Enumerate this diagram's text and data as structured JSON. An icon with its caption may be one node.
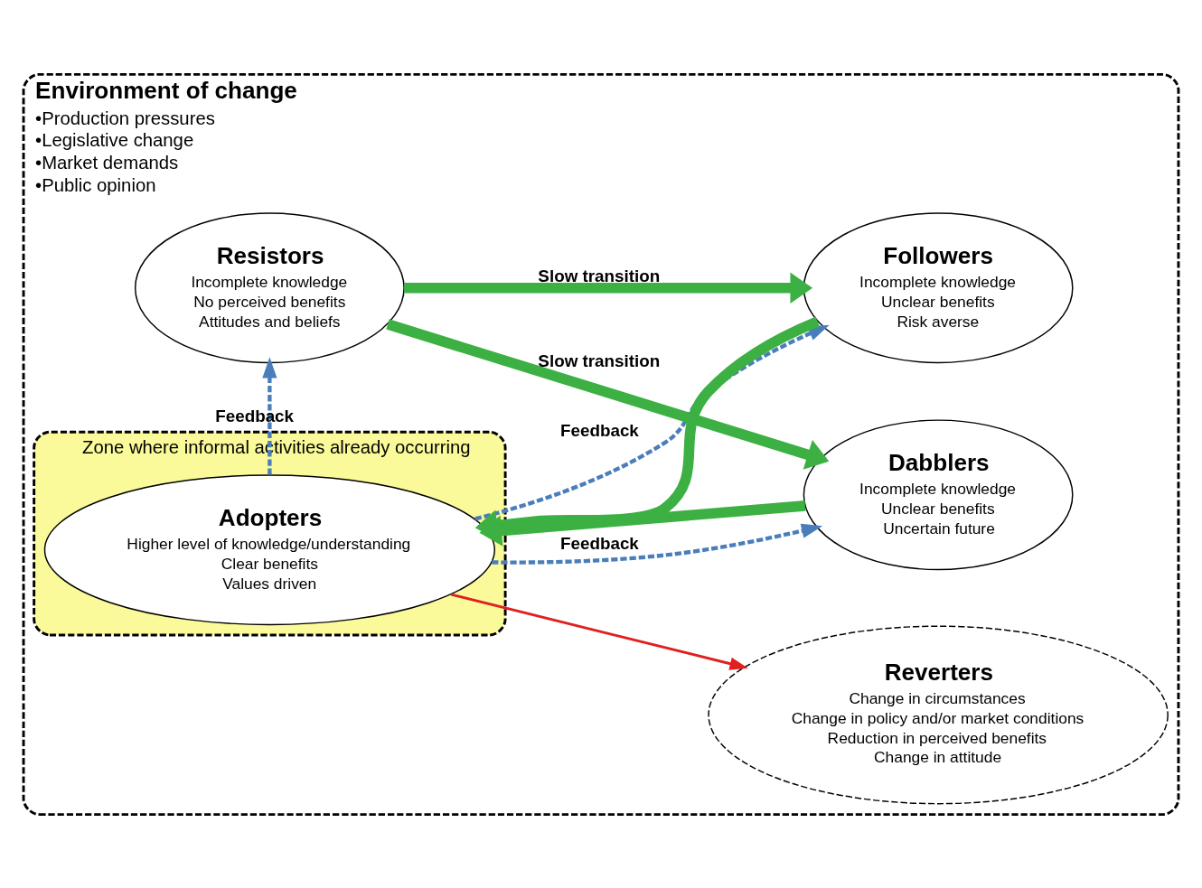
{
  "diagram": {
    "nodes": [
      {
        "text": [
          "Environment of change",
          "•Production pressures",
          "•Legislative change",
          "•Market demands",
          "•Public opinion"
        ]
      },
      {
        "text": [
          "Zone where informal activities already occurring"
        ],
        "in": 0
      },
      {
        "text": [
          "Followers",
          "Incomplete knowledge",
          "Unclear benefits",
          "Risk averse"
        ],
        "in": 0
      },
      {
        "text": [
          "Adopters",
          "Higher level of knowledge/understanding",
          "Clear benefits",
          "Values driven"
        ],
        "in": 1
      },
      {
        "text": [
          "Dabblers",
          "Incomplete knowledge",
          "Unclear benefits",
          "Uncertain future"
        ],
        "in": 0
      },
      {
        "text": [
          "Resistors",
          "Incomplete knowledge",
          "No perceived benefits",
          "Attitudes and beliefs"
        ],
        "in": 0
      },
      {
        "text": [
          "Reverters",
          "Change in circumstances",
          "Change in policy and/or market conditions",
          "Reduction in perceived benefits",
          "Change in attitude"
        ],
        "in": 0
      }
    ],
    "edges": [
      {
        "from": 2,
        "to": 3,
        "arrow": "to",
        "style": "thick"
      },
      {
        "from": 3,
        "to": 2,
        "arrow": "to",
        "label": "Feedback",
        "style": "dashed",
        "color": "#4a7ebb"
      },
      {
        "from": 3,
        "to": 5,
        "arrow": "to",
        "label": "Feedback",
        "style": "dashed",
        "color": "#4a7ebb"
      },
      {
        "from": 3,
        "to": 4,
        "arrow": "to",
        "label": "Feedback",
        "style": "dashed",
        "color": "#4a7ebb"
      },
      {
        "from": 4,
        "to": 3,
        "arrow": "to",
        "style": "thick"
      },
      {
        "from": 5,
        "to": 2,
        "arrow": "to",
        "label": "Slow transition",
        "style": "thick"
      },
      {
        "from": 5,
        "to": 4,
        "arrow": "to",
        "label": "Slow transition",
        "style": "thick"
      },
      {
        "from": 3,
        "to": 6,
        "arrow": "to",
        "color": "#e02020"
      }
    ]
  }
}
